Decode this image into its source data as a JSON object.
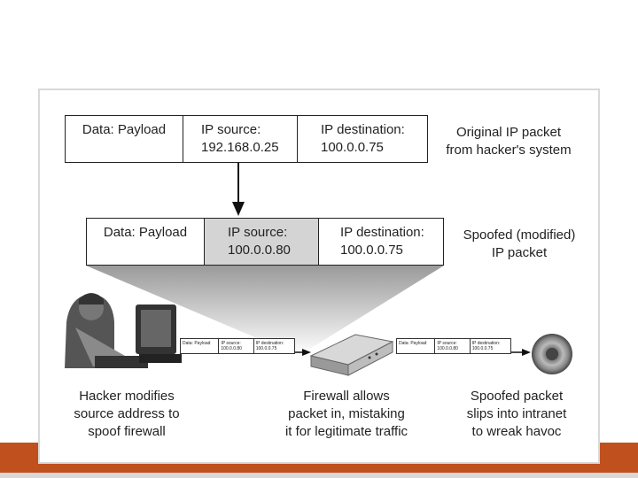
{
  "original_packet": {
    "payload": "Data: Payload",
    "src_label": "IP source:",
    "src_value": "192.168.0.25",
    "dst_label": "IP destination:",
    "dst_value": "100.0.0.75",
    "label_line1": "Original IP packet",
    "label_line2": "from hacker's system"
  },
  "spoofed_packet": {
    "payload": "Data: Payload",
    "src_label": "IP source:",
    "src_value": "100.0.0.80",
    "dst_label": "IP destination:",
    "dst_value": "100.0.0.75",
    "label_line1": "Spoofed (modified)",
    "label_line2": "IP packet"
  },
  "mini_packet": {
    "payload": "Data: Payload",
    "src_label": "IP source:",
    "src_value": "100.0.0.80",
    "dst_label": "IP destination:",
    "dst_value": "100.0.0.75"
  },
  "captions": {
    "hacker": [
      "Hacker modifies",
      "source address to",
      "spoof firewall"
    ],
    "firewall": [
      "Firewall allows",
      "packet in, mistaking",
      "it for legitimate traffic"
    ],
    "intranet": [
      "Spoofed packet",
      "slips into intranet",
      "to wreak havoc"
    ]
  },
  "colors": {
    "accent_bar": "#c0501e",
    "highlight_cell": "#d4d4d4"
  }
}
